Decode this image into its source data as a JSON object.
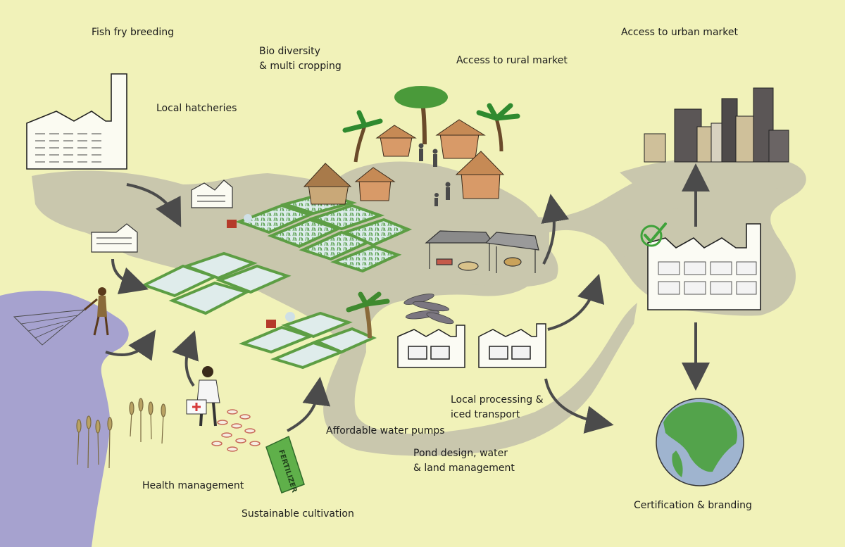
{
  "labels": {
    "fish_fry_breeding": "Fish fry breeding",
    "local_hatcheries": "Local hatcheries",
    "bio_diversity_line1": "Bio diversity",
    "bio_diversity_line2": "& multi cropping",
    "access_rural_market": "Access to rural market",
    "access_urban_market": "Access to urban market",
    "local_processing_line1": "Local processing &",
    "local_processing_line2": "iced transport",
    "affordable_water_pumps": "Affordable water pumps",
    "pond_design_line1": "Pond design, water",
    "pond_design_line2": "& land management",
    "health_management": "Health management",
    "sustainable_cultivation": "Sustainable cultivation",
    "certification_branding": "Certification & branding",
    "fertilizer_bag_text": "FERTILIZER"
  },
  "colors": {
    "background": "#f1f2b9",
    "path": "#c9c7ad",
    "water": "#a6a2cf",
    "pond": "#dfeceb",
    "grass": "#5d9e44",
    "arrow": "#4b4b4b",
    "globe_land": "#53a34b",
    "globe_sea": "#9fb4cf",
    "hut_roof": "#c68a55",
    "hut_wall": "#d89a68",
    "city_dark": "#5b5656",
    "city_tan": "#cfc09a",
    "checkmark": "#3fa23a",
    "red_cross": "#d63a3a"
  },
  "icons": [
    "factory-hatchery-icon",
    "small-hatchery-icon",
    "fisherman-icon",
    "pond-icon",
    "rice-paddy-icon",
    "water-pump-icon",
    "hut-icon",
    "palm-tree-icon",
    "villager-icon",
    "market-stall-icon",
    "fish-pile-icon",
    "processing-factory-icon",
    "certified-factory-icon",
    "checkmark-icon",
    "city-skyline-icon",
    "globe-icon",
    "vet-with-medkit-icon",
    "pills-icon",
    "fertilizer-bag-icon",
    "wheat-icon",
    "flow-arrow-icon"
  ]
}
